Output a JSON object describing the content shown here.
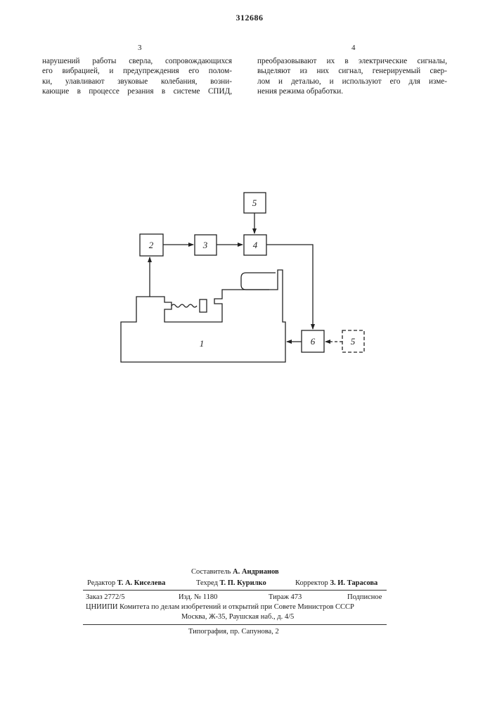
{
  "header": {
    "patent_number": "312686",
    "col_left_no": "3",
    "col_right_no": "4"
  },
  "col_left": [
    "нарушений работы сверла, сопровождающихся",
    "его вибрацией, и предупреждения его полом-",
    "ки, улавливают звуковые колебания, возни-",
    "кающие в процессе резания в системе СПИД,"
  ],
  "col_right": [
    "преобразовывают их в электрические сигналы,",
    "выделяют из них сигнал, генерируемый свер-",
    "лом и деталью, и используют его для изме-",
    "нения режима обработки."
  ],
  "diagram": {
    "block_1": "1",
    "block_2": "2",
    "block_3": "3",
    "block_4": "4",
    "block_5_top": "5",
    "block_6": "6",
    "block_5_dashed": "5"
  },
  "imprint": {
    "compiler_label": "Составитель",
    "compiler_name": "А. Андрианов",
    "editor_label": "Редактор",
    "editor_name": "Т. А. Киселева",
    "techred_label": "Техред",
    "techred_name": "Т. П. Курилко",
    "corrector_label": "Корректор",
    "corrector_name": "З. И. Тарасова",
    "order": "Заказ 2772/5",
    "edition": "Изд. № 1180",
    "circulation": "Тираж 473",
    "subscription": "Подписное",
    "org_line": "ЦНИИПИ Комитета по делам изобретений и открытий при Совете Министров СССР",
    "address": "Москва, Ж-35, Раушская наб., д. 4/5",
    "printer": "Типография, пр. Сапунова, 2"
  }
}
